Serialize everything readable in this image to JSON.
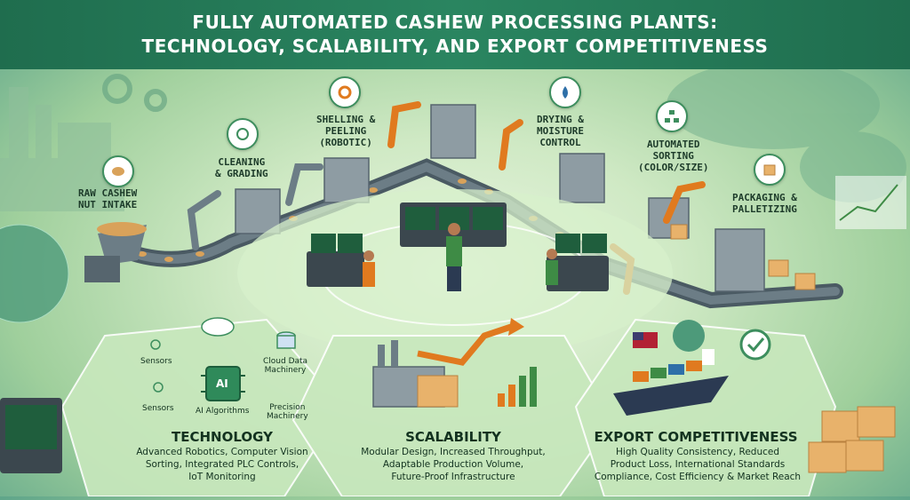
{
  "header": {
    "title_line1": "FULLY AUTOMATED CASHEW PROCESSING PLANTS:",
    "title_line2": "TECHNOLOGY, SCALABILITY, AND EXPORT COMPETITIVENESS"
  },
  "process": {
    "raw_intake": [
      "RAW CASHEW",
      "NUT INTAKE"
    ],
    "cleaning": [
      "CLEANING",
      "& GRADING"
    ],
    "shelling": [
      "SHELLING &",
      "PEELING",
      "(ROBOTIC)"
    ],
    "drying": [
      "DRYING &",
      "MOISTURE",
      "CONTROL"
    ],
    "sorting": [
      "AUTOMATED",
      "SORTING",
      "(COLOR/SIZE)"
    ],
    "packaging": [
      "PACKAGING &",
      "PALLETIZING"
    ]
  },
  "technology": {
    "title": "TECHNOLOGY",
    "icons": {
      "sensors_top": "Sensors",
      "sensors_bottom": "Sensors",
      "ai_chip": "AI",
      "ai_algorithms": "AI Algorithms",
      "cloud": [
        "Cloud Data",
        "Machinery"
      ],
      "precision": [
        "Precision",
        "Machinery"
      ]
    },
    "lines": [
      "Advanced Robotics, Computer Vision",
      "Sorting, Integrated PLC Controls,",
      "IoT Monitoring"
    ]
  },
  "scalability": {
    "title": "SCALABILITY",
    "lines": [
      "Modular Design, Increased Throughput,",
      "Adaptable Production Volume,",
      "Future-Proof Infrastructure"
    ]
  },
  "export": {
    "title": "EXPORT COMPETITIVENESS",
    "lines": [
      "High Quality Consistency, Reduced",
      "Product Loss, International Standards",
      "Compliance, Cost Efficiency & Market Reach"
    ]
  },
  "colors": {
    "banner": "#1f6d4e",
    "conveyor": "#4a5a63",
    "robot_arm": "#e07a1f",
    "cashew": "#d9a25a",
    "box": "#e8b26b",
    "accent_green": "#3d8e5e"
  }
}
